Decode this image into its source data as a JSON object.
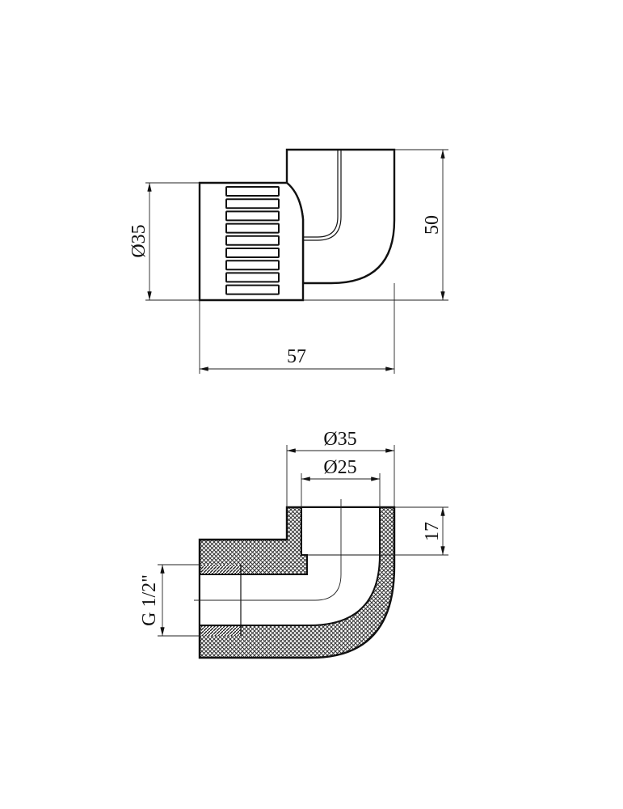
{
  "side_view": {
    "diameter_label": "Ø35",
    "height_label": "50",
    "length_label": "57"
  },
  "section_view": {
    "outer_diameter_label": "Ø35",
    "inner_diameter_label": "Ø25",
    "socket_depth_label": "17",
    "thread_label": "G 1/2\""
  },
  "colors": {
    "line": "#111111",
    "background": "#ffffff"
  }
}
